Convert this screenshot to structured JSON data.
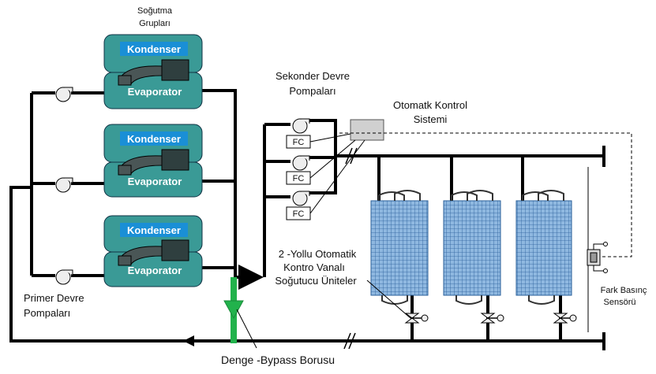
{
  "labels": {
    "cooling_groups_line1": "Soğutma",
    "cooling_groups_line2": "Grupları",
    "secondary_pumps_line1": "Sekonder Devre",
    "secondary_pumps_line2": "Pompaları",
    "control_system_line1": "Otomatk Kontrol",
    "control_system_line2": "Sistemi",
    "primary_pumps_line1": "Primer Devre",
    "primary_pumps_line2": "Pompaları",
    "valve_units_line1": "2 -Yollu Otomatik",
    "valve_units_line2": "Kontro Vanalı",
    "valve_units_line3": "Soğutucu Üniteler",
    "pressure_sensor_line1": "Fark Basınç",
    "pressure_sensor_line2": "Sensörü",
    "bypass_pipe": "Denge -Bypass Borusu"
  },
  "chiller_units": [
    {
      "condenser": "Kondenser",
      "evaporator": "Evaporator"
    },
    {
      "condenser": "Kondenser",
      "evaporator": "Evaporator"
    },
    {
      "condenser": "Kondenser",
      "evaporator": "Evaporator"
    }
  ],
  "frequency_converters": [
    "FC",
    "FC",
    "FC"
  ],
  "colors": {
    "chiller_body": "#3a9a96",
    "chiller_label_bg": "#1a8fd6",
    "coil_blue": "#8fb8e0",
    "bypass_green": "#22b24c",
    "pipe": "#000000"
  }
}
